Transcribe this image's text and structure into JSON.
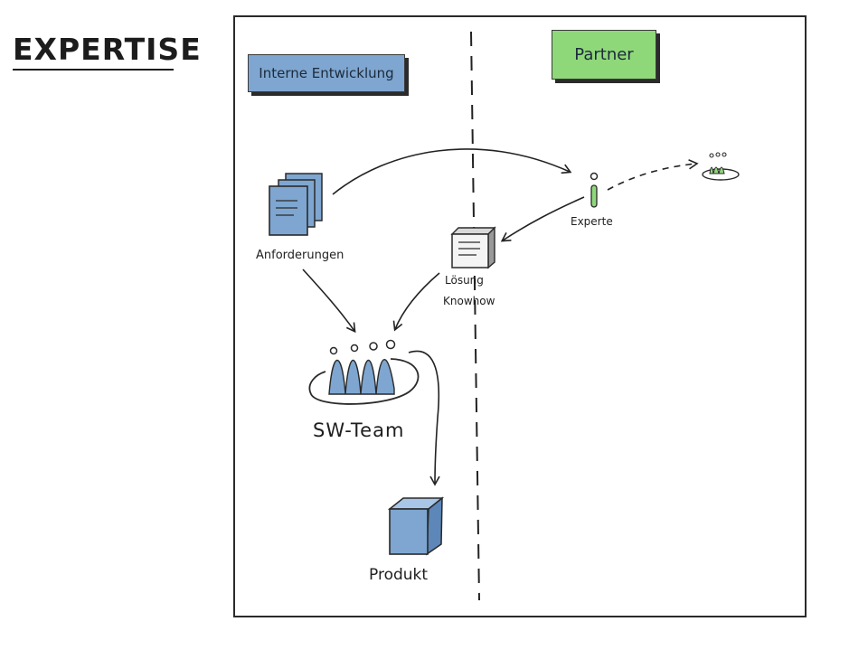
{
  "title": "EXPERTISE",
  "sections": {
    "internal": "Interne Entwicklung",
    "partner": "Partner"
  },
  "nodes": {
    "requirements": "Anforderungen",
    "experts": "Experte",
    "solution_line1": "Lösung",
    "solution_line2": "Knowhow",
    "team": "SW-Team",
    "product": "Produkt"
  },
  "colors": {
    "blue": "#7ea6d0",
    "green": "#8fd87a",
    "ink": "#222222"
  }
}
